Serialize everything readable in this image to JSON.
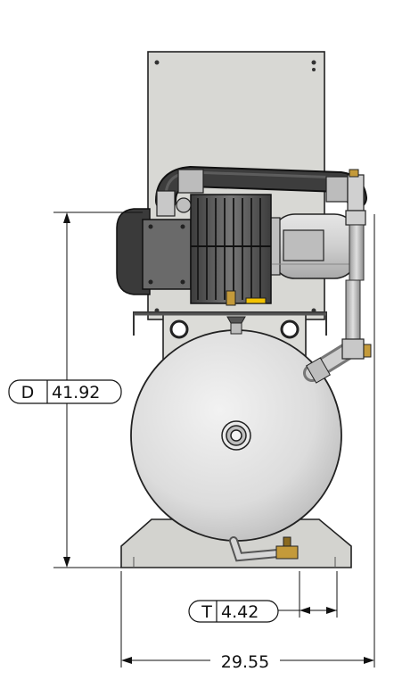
{
  "dimensions": {
    "height": {
      "prefix": "D",
      "value": "41.92"
    },
    "offset": {
      "prefix": "T",
      "value": "4.42"
    },
    "width": {
      "value": "29.55"
    }
  },
  "colors": {
    "tank": "#e4e4e4",
    "panel": "#d6d6d2",
    "base": "#d2d2ce",
    "motor": "#cfcfcf",
    "hose": "#3a3a3a",
    "brass": "#c49a3a",
    "yellow_handle": "#f2c200"
  },
  "components": [
    "backplate-icon",
    "vacuum-pump-icon",
    "electric-motor-icon",
    "air-tank-icon",
    "base-plate-icon",
    "hose-icon",
    "drain-valve-icon"
  ]
}
